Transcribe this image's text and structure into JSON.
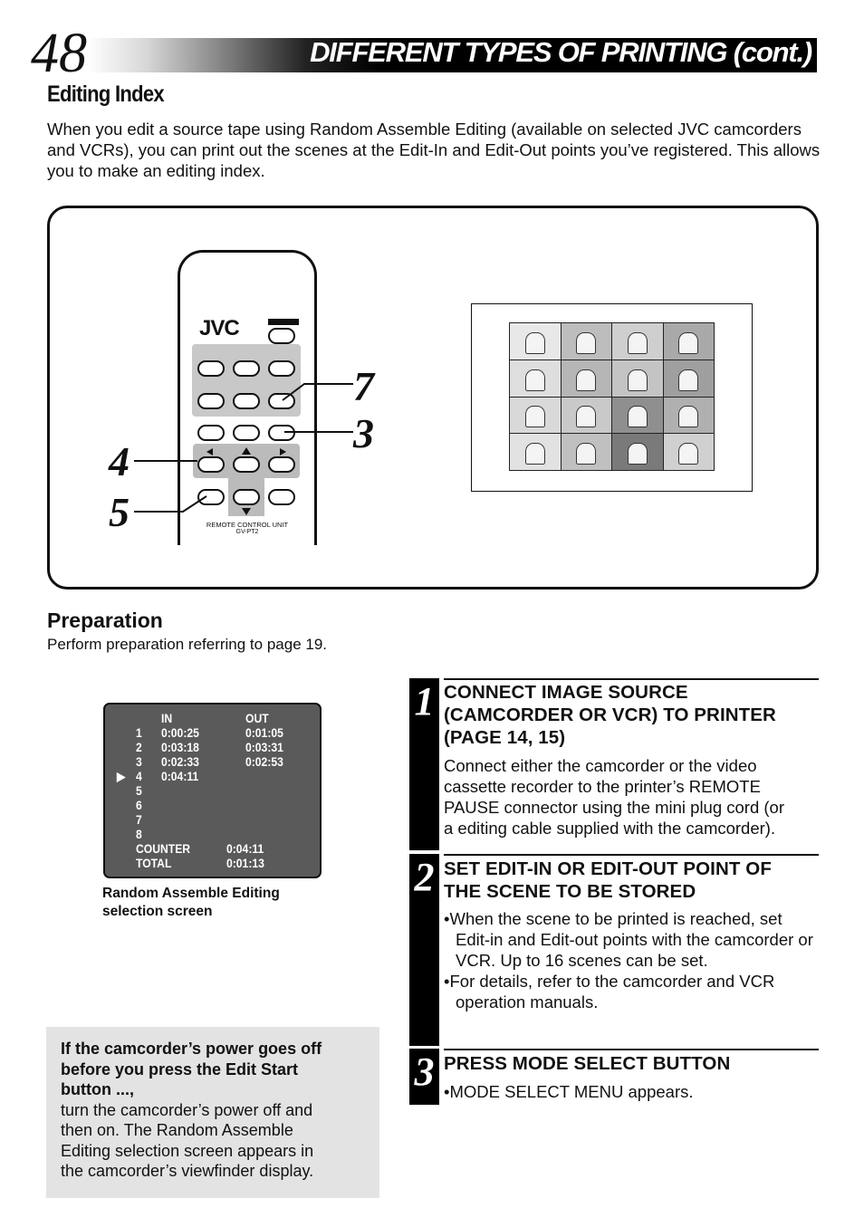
{
  "header": {
    "page_number": "48",
    "title": "DIFFERENT TYPES OF PRINTING (cont.)"
  },
  "section": {
    "title": "Editing Index",
    "intro": "When you edit a source tape using Random Assemble Editing (available on selected JVC camcorders and VCRs), you can print out the scenes at the Edit-In and Edit-Out points you’ve registered. This allows you to make an editing index."
  },
  "figure": {
    "remote_brand": "JVC",
    "remote_label_1": "REMOTE CONTROL UNIT",
    "remote_label_2": "GV-PT2",
    "callouts": [
      "7",
      "3",
      "4",
      "5"
    ],
    "thumbnail_count": 16
  },
  "preparation": {
    "title": "Preparation",
    "text": "Perform preparation referring to page 19."
  },
  "screen": {
    "col_in": "IN",
    "col_out": "OUT",
    "rows": [
      {
        "num": "1",
        "in": "0:00:25",
        "out": "0:01:05",
        "cursor": ""
      },
      {
        "num": "2",
        "in": "0:03:18",
        "out": "0:03:31",
        "cursor": ""
      },
      {
        "num": "3",
        "in": "0:02:33",
        "out": "0:02:53",
        "cursor": ""
      },
      {
        "num": "4",
        "in": "0:04:11",
        "out": "",
        "cursor": "▶"
      },
      {
        "num": "5",
        "in": "",
        "out": "",
        "cursor": ""
      },
      {
        "num": "6",
        "in": "",
        "out": "",
        "cursor": ""
      },
      {
        "num": "7",
        "in": "",
        "out": "",
        "cursor": ""
      },
      {
        "num": "8",
        "in": "",
        "out": "",
        "cursor": ""
      }
    ],
    "counter_label": "COUNTER",
    "counter_value": "0:04:11",
    "total_label": "TOTAL",
    "total_value": "0:01:13",
    "caption_line1": "Random Assemble Editing",
    "caption_line2": "selection screen"
  },
  "note": {
    "bold_line1": "If the camcorder’s power goes off",
    "bold_line2": "before you press the Edit Start",
    "bold_line3": "button ...,",
    "line1": "turn the camcorder’s power off and",
    "line2": "then on. The Random Assemble",
    "line3": "Editing selection screen appears in",
    "line4": "the camcorder’s viewfinder display."
  },
  "steps": [
    {
      "number": "1",
      "heading_line1": "CONNECT IMAGE SOURCE",
      "heading_line2": "(CAMCORDER OR VCR) TO PRINTER",
      "heading_line3": "(PAGE 14, 15)",
      "body_line1": "Connect either the camcorder or the video",
      "body_line2": "cassette recorder to the printer’s REMOTE",
      "body_line3": "PAUSE connector using the mini plug cord (or",
      "body_line4": "a editing cable supplied with the camcorder)."
    },
    {
      "number": "2",
      "heading_line1": "SET EDIT-IN OR EDIT-OUT POINT OF",
      "heading_line2": "THE SCENE TO BE STORED",
      "bullet1": "•When the scene to be printed is reached, set Edit-in and Edit-out points with the camcorder or VCR.  Up to 16 scenes can be set.",
      "bullet2": "•For details, refer to the camcorder and VCR operation manuals."
    },
    {
      "number": "3",
      "heading_line1": "PRESS MODE SELECT BUTTON",
      "bullet1": "•MODE SELECT MENU appears."
    }
  ]
}
